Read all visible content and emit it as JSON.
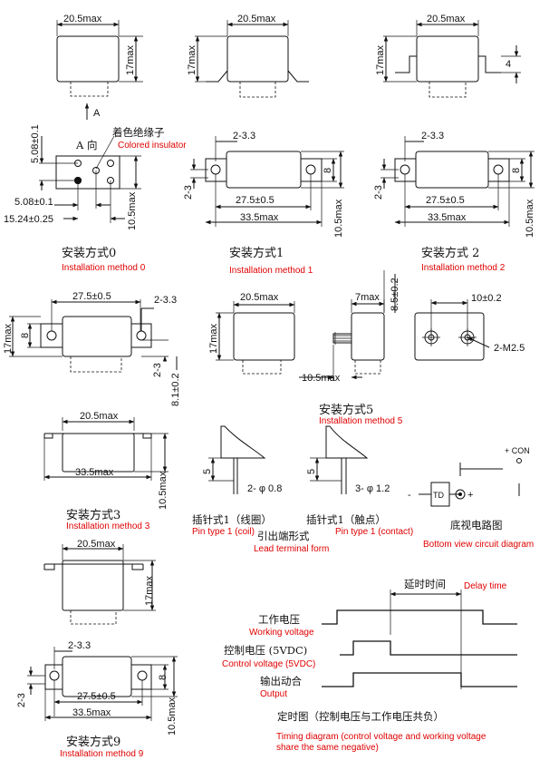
{
  "dims": {
    "w205": "20.5max",
    "h17": "17max",
    "four": "4",
    "a": "A",
    "a_view": "A 向",
    "d508v": "5.08±0.1",
    "d508h": "5.08±0.1",
    "d1524": "15.24±0.25",
    "d105": "10.5max",
    "d233": "2-3.3",
    "eight": "8",
    "d23": "2-3",
    "d275": "27.5±0.5",
    "d335": "33.5max",
    "d7": "7max",
    "d85": "8.5±0.2",
    "d10": "10±0.2",
    "m25": "2-M2.5",
    "d81": "8.1±0.2",
    "five": "5",
    "phi08": "2- φ 0.8",
    "phi12": "3- φ 1.2",
    "con": "+ CON",
    "td": "TD",
    "minus": "-",
    "plus": "+"
  },
  "labels": {
    "insulator_zh": "着色绝缘子",
    "insulator_en": "Colored insulator",
    "m0_zh": "安装方式0",
    "m0_en": "Installation method 0",
    "m1_zh": "安装方式1",
    "m1_en": "Installation method 1",
    "m2_zh": "安装方式 2",
    "m2_en": "Installation method 2",
    "m3_zh": "安装方式3",
    "m3_en": "Installation method 3",
    "m5_zh": "安装方式5",
    "m5_en": "Installation method 5",
    "m9_zh": "安装方式9",
    "m9_en": "Installation method 9",
    "pin_coil_zh": "插针式1（线圈）",
    "pin_coil_en": "Pin type 1 (coil)",
    "pin_contact_zh": "插针式1（触点）",
    "pin_contact_en": "Pin type 1 (contact)",
    "lead_zh": "引出端形式",
    "lead_en": "Lead terminal form",
    "circuit_zh": "底视电路图",
    "circuit_en": "Bottom view circuit diagram",
    "delay_zh": "延时时间",
    "delay_en": "Delay time",
    "work_zh": "工作电压",
    "work_en": "Working voltage",
    "ctrl_zh": "控制电压 (5VDC)",
    "ctrl_en": "Control voltage (5VDC)",
    "out_zh": "输出动合",
    "out_en": "Output",
    "timing_zh": "定时图（控制电压与工作电压共负）",
    "timing_en1": "Timing diagram (control voltage and working voltage",
    "timing_en2": "share the same negative)"
  }
}
